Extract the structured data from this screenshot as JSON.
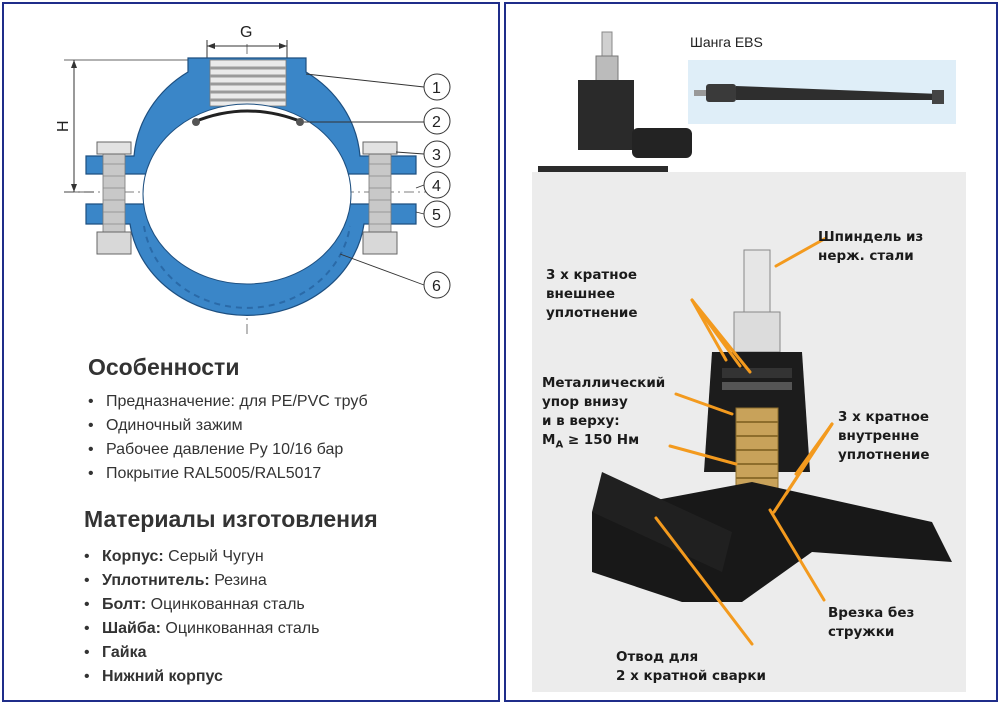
{
  "diagram": {
    "dim_g": "G",
    "dim_h": "H",
    "callouts": [
      "1",
      "2",
      "3",
      "4",
      "5",
      "6"
    ]
  },
  "features": {
    "title": "Особенности",
    "items": [
      "Предназначение: для PE/PVC труб",
      "Одиночный зажим",
      "Рабочее давление Ру 10/16 бар",
      "Покрытие RAL5005/RAL5017"
    ]
  },
  "materials": {
    "title": "Материалы изготовления",
    "items": [
      {
        "label": "Корпус:",
        "value": "Серый Чугун"
      },
      {
        "label": "Уплотнитель:",
        "value": "Резина"
      },
      {
        "label": "Болт:",
        "value": "Оцинкованная сталь"
      },
      {
        "label": "Шайба:",
        "value": "Оцинкованная сталь"
      },
      {
        "label": "Гайка",
        "value": ""
      },
      {
        "label": "Нижний корпус",
        "value": ""
      }
    ]
  },
  "right": {
    "ebs_label": "Шанга  EBS",
    "annotations": {
      "spindle_1": "Шпиндель из",
      "spindle_2": "нерж. стали",
      "outer_seal_1": "3 х кратное",
      "outer_seal_2": "внешнее",
      "outer_seal_3": "уплотнение",
      "metal_stop_1": "Металлический",
      "metal_stop_2": "упор внизу",
      "metal_stop_3": "и в верху:",
      "torque_m": "M",
      "torque_sub": "A",
      "torque_rest": " ≥ 150 Нм",
      "inner_seal_1": "3 х кратное",
      "inner_seal_2": "внутренне",
      "inner_seal_3": "уплотнение",
      "cut_1": "Врезка без",
      "cut_2": "стружки",
      "outlet_1": "Отвод для",
      "outlet_2": "2 х кратной сварки"
    }
  },
  "colors": {
    "frame": "#1f2d8a",
    "clamp_blue": "#3a86c8",
    "arrow_orange": "#f39a1e",
    "text_dark": "#333333"
  }
}
